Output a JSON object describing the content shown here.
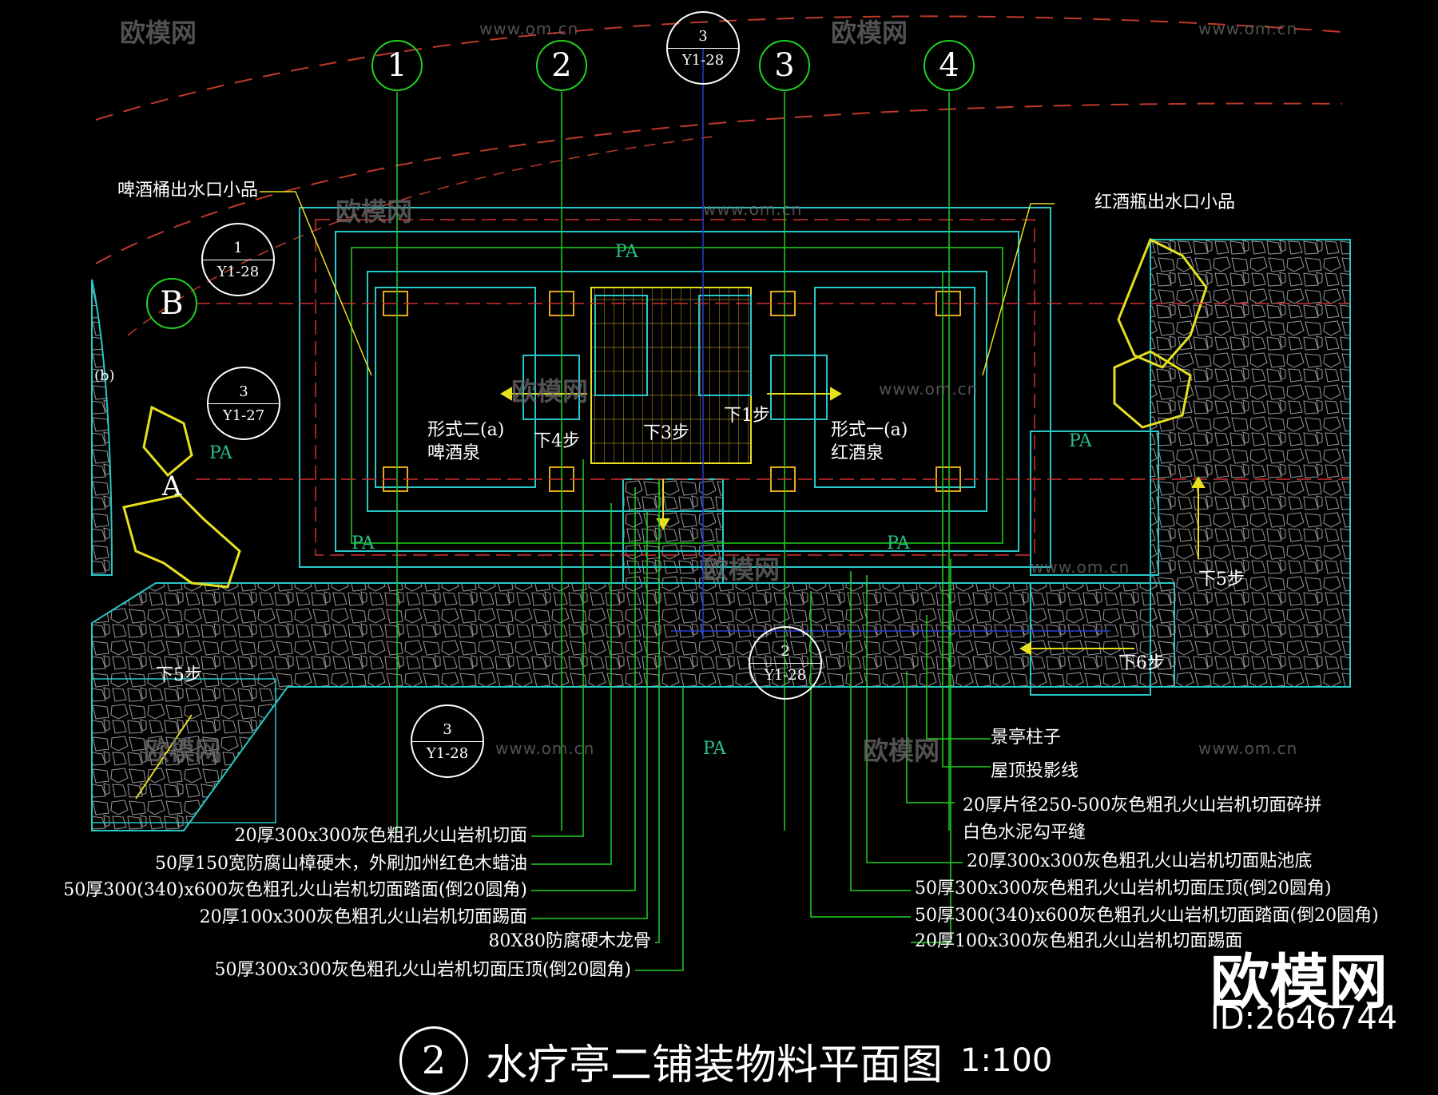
{
  "drawing": {
    "title_number": "2",
    "title": "水疗亭二铺装物料平面图",
    "scale": "1:100"
  },
  "grid_axes": [
    "1",
    "2",
    "3",
    "4",
    "B",
    "A"
  ],
  "section_marks": [
    {
      "number": "3",
      "sheet": "Y1-28"
    },
    {
      "number": "1",
      "sheet": "Y1-28"
    },
    {
      "number": "3",
      "sheet": "Y1-27"
    },
    {
      "number": "2",
      "sheet": "Y1-28"
    },
    {
      "number": "3",
      "sheet": "Y1-28"
    }
  ],
  "fountains": {
    "beer_outlet": "啤酒桶出水口小品",
    "wine_outlet": "红酒瓶出水口小品",
    "beer_label_line1": "形式二(a)",
    "beer_label_line2": "啤酒泉",
    "wine_label_line1": "形式一(a)",
    "wine_label_line2": "红酒泉"
  },
  "steps": [
    "下4步",
    "下3步",
    "下1步",
    "下5步",
    "下6步",
    "下5步"
  ],
  "small_labels": {
    "b": "(b)",
    "pa": "PA"
  },
  "right_callouts": [
    "景亭柱子",
    "屋顶投影线",
    "20厚片径250-500灰色粗孔火山岩机切面碎拼",
    "白色水泥勾平缝",
    "20厚300x300灰色粗孔火山岩机切面贴池底",
    "50厚300x300灰色粗孔火山岩机切面压顶(倒20圆角)",
    "50厚300(340)x600灰色粗孔火山岩机切面踏面(倒20圆角)",
    "20厚100x300灰色粗孔火山岩机切面踢面"
  ],
  "left_callouts": [
    "20厚300x300灰色粗孔火山岩机切面",
    "50厚150宽防腐山樟硬木，外刷加州红色木蜡油",
    "50厚300(340)x600灰色粗孔火山岩机切面踏面(倒20圆角)",
    "20厚100x300灰色粗孔火山岩机切面踢面",
    "80X80防腐硬木龙骨",
    "50厚300x300灰色粗孔火山岩机切面压顶(倒20圆角)"
  ],
  "watermark": {
    "brand": "欧模网",
    "site": "www.om.cn",
    "id": "ID:2646744"
  },
  "colors": {
    "background": "#000000",
    "grid_line": "#1fd21f",
    "cyan": "#27c8c8",
    "red_dash": "#d23030",
    "yellow": "#e6e01e",
    "blue": "#2a3cd8",
    "paving": "#8f8f8f"
  }
}
